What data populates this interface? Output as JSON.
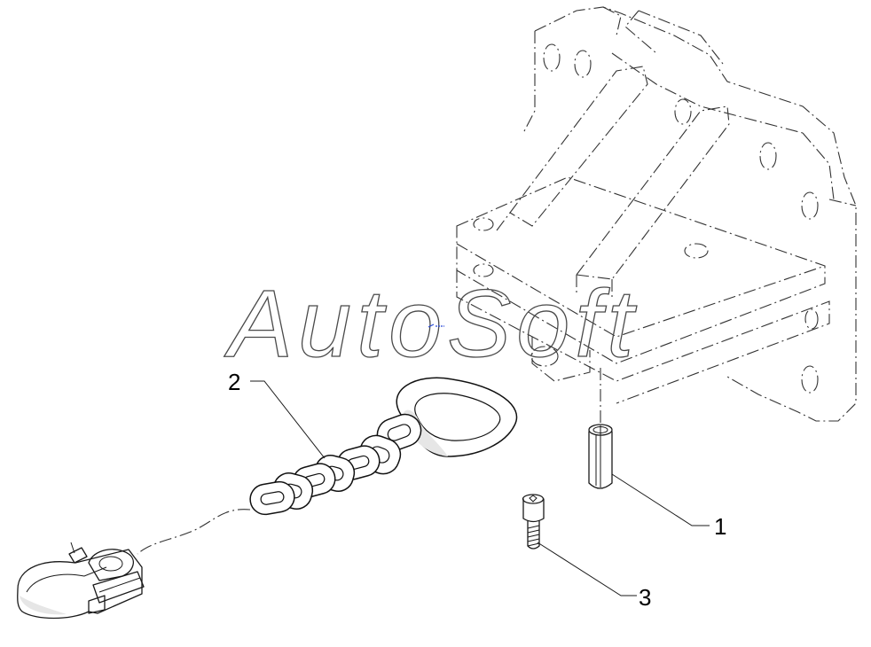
{
  "watermark": {
    "text": "AutoSoft"
  },
  "callouts": [
    {
      "id": "1",
      "label": "1"
    },
    {
      "id": "2",
      "label": "2"
    },
    {
      "id": "3",
      "label": "3"
    }
  ]
}
